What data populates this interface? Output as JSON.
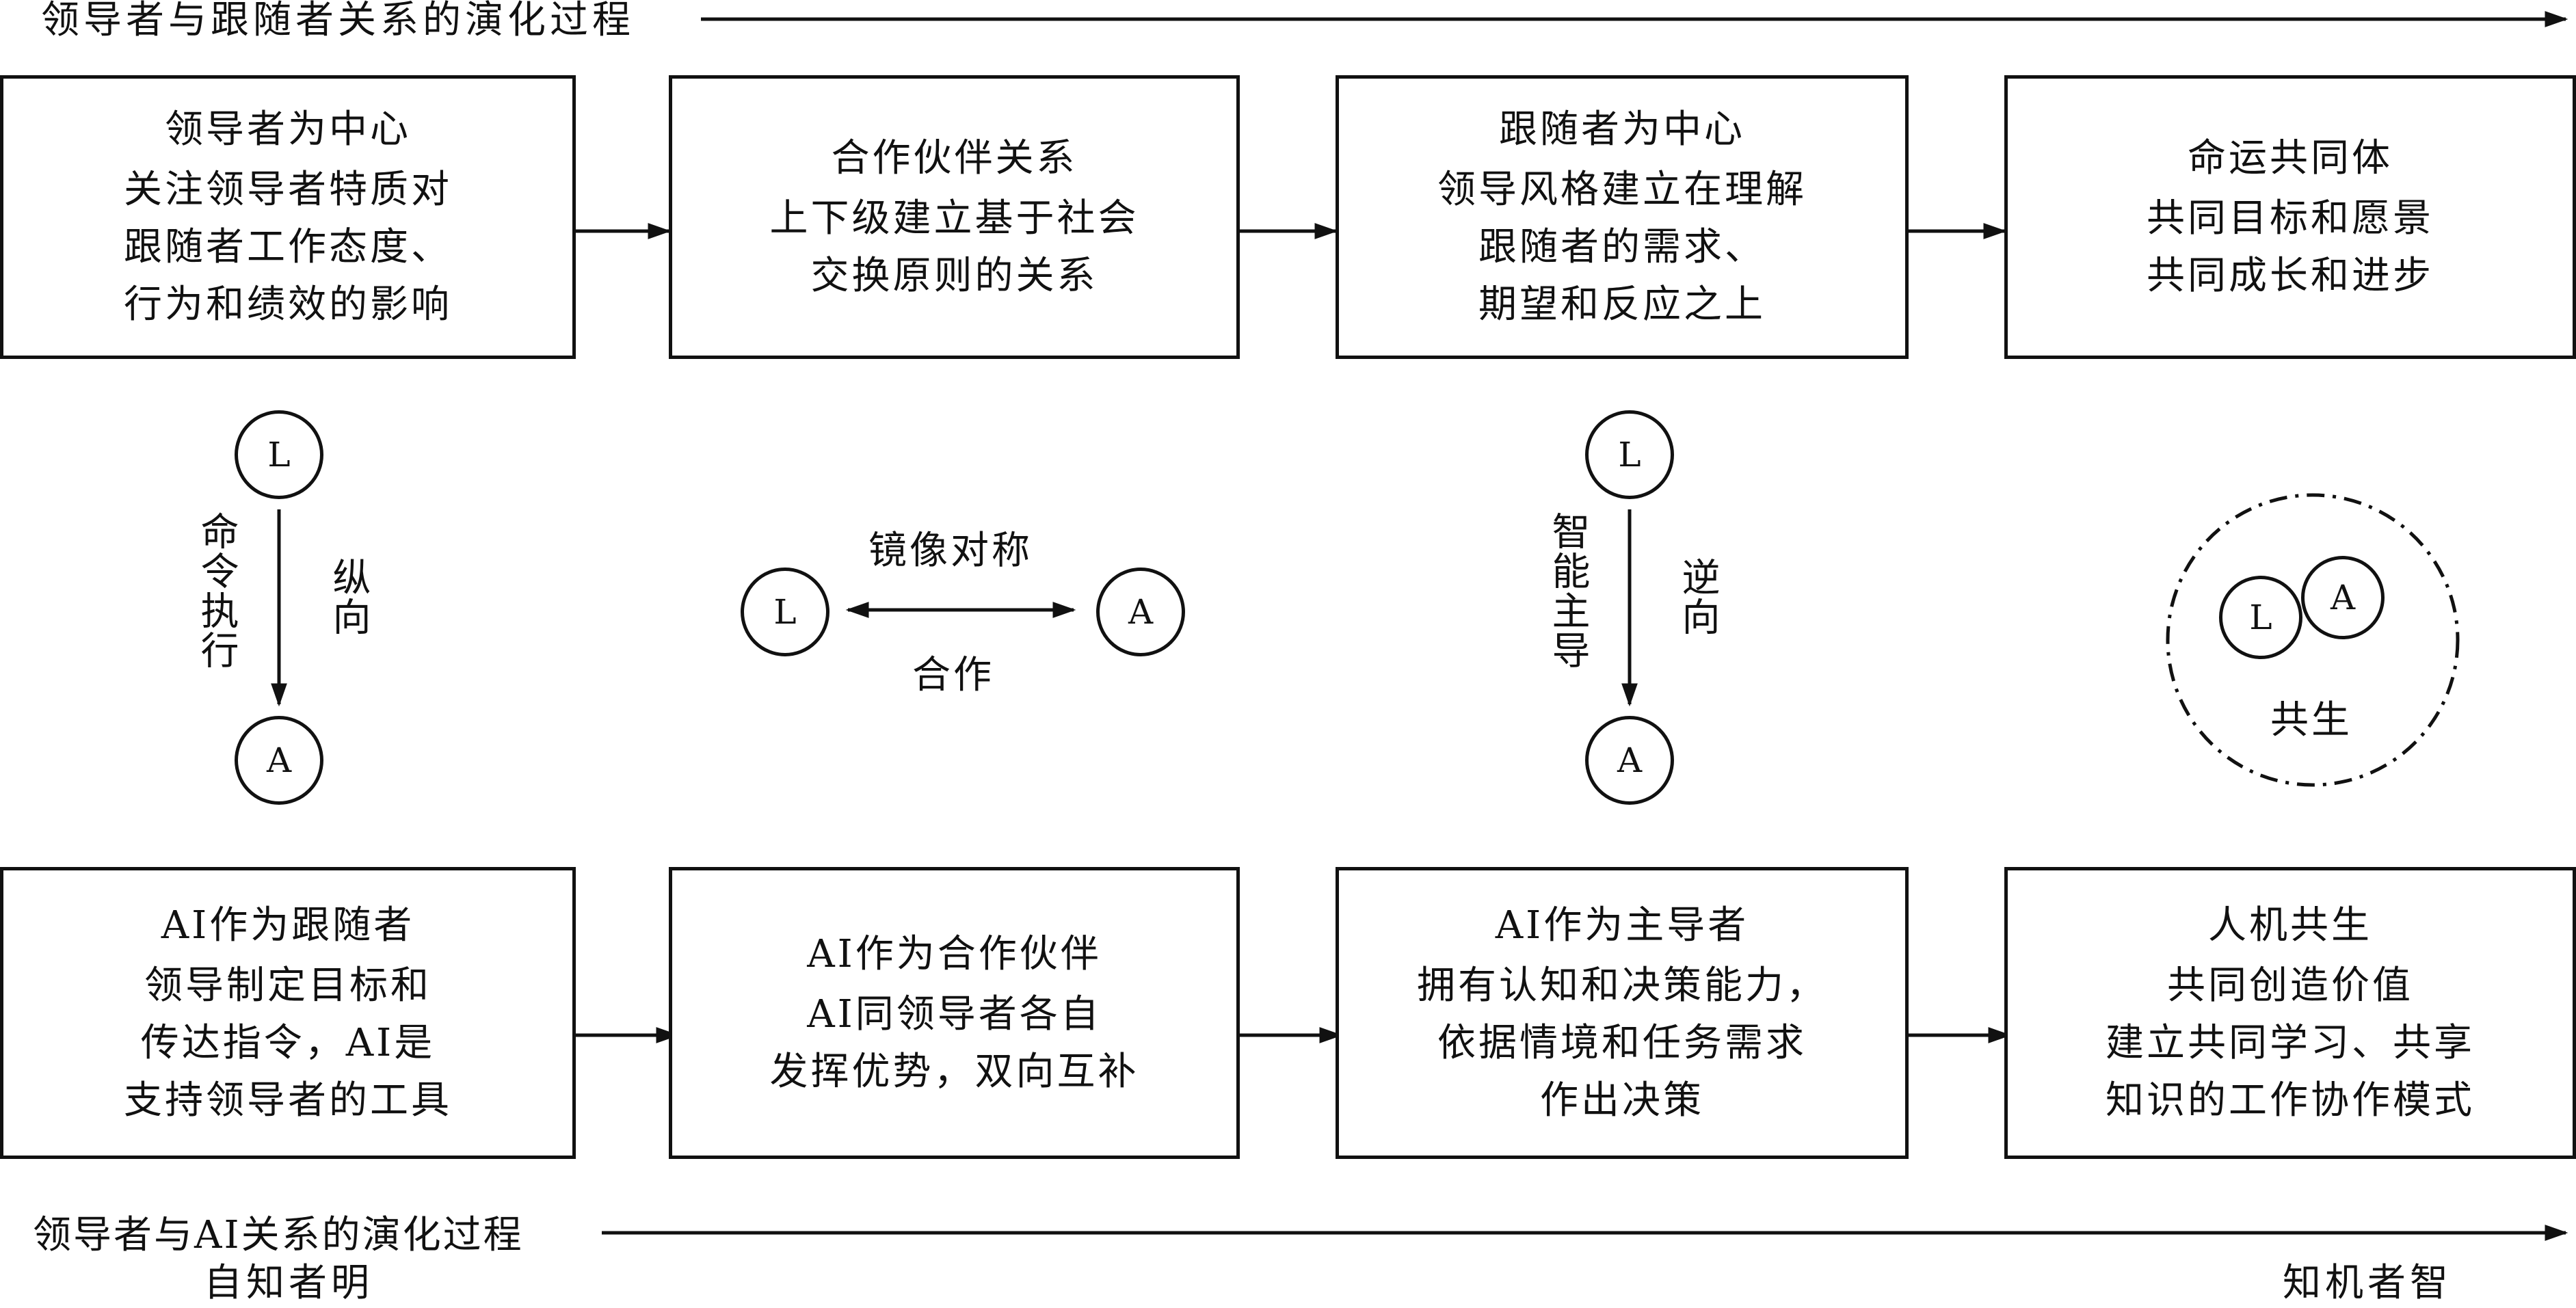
{
  "top_axis_label": "领导者与跟随者关系的演化过程",
  "bottom_axis_label": "领导者与AI关系的演化过程",
  "bottom_left_caption": "自知者明",
  "bottom_right_caption": "知机者智",
  "top_boxes": [
    {
      "title": "领导者为中心",
      "lines": [
        "关注领导者特质对",
        "跟随者工作态度、",
        "行为和绩效的影响"
      ]
    },
    {
      "title": "合作伙伴关系",
      "lines": [
        "上下级建立基于社会",
        "交换原则的关系"
      ]
    },
    {
      "title": "跟随者为中心",
      "lines": [
        "领导风格建立在理解",
        "跟随者的需求、",
        "期望和反应之上"
      ]
    },
    {
      "title": "命运共同体",
      "lines": [
        "共同目标和愿景",
        "共同成长和进步"
      ]
    }
  ],
  "bottom_boxes": [
    {
      "title": "AI作为跟随者",
      "lines": [
        "领导制定目标和",
        "传达指令，AI是",
        "支持领导者的工具"
      ]
    },
    {
      "title": "AI作为合作伙伴",
      "lines": [
        "AI同领导者各自",
        "发挥优势，双向互补"
      ]
    },
    {
      "title": "AI作为主导者",
      "lines": [
        "拥有认知和决策能力，",
        "依据情境和任务需求",
        "作出决策"
      ]
    },
    {
      "title": "人机共生",
      "lines": [
        "共同创造价值",
        "建立共同学习、共享",
        "知识的工作协作模式"
      ]
    }
  ],
  "node_letters": {
    "leader": "L",
    "ai": "A"
  },
  "relations": {
    "r1": {
      "left": "命令执行",
      "right": "纵向"
    },
    "r2": {
      "top": "镜像对称",
      "bottom": "合作"
    },
    "r3": {
      "left": "智能主导",
      "right": "逆向"
    },
    "r4": {
      "caption": "共生"
    }
  }
}
